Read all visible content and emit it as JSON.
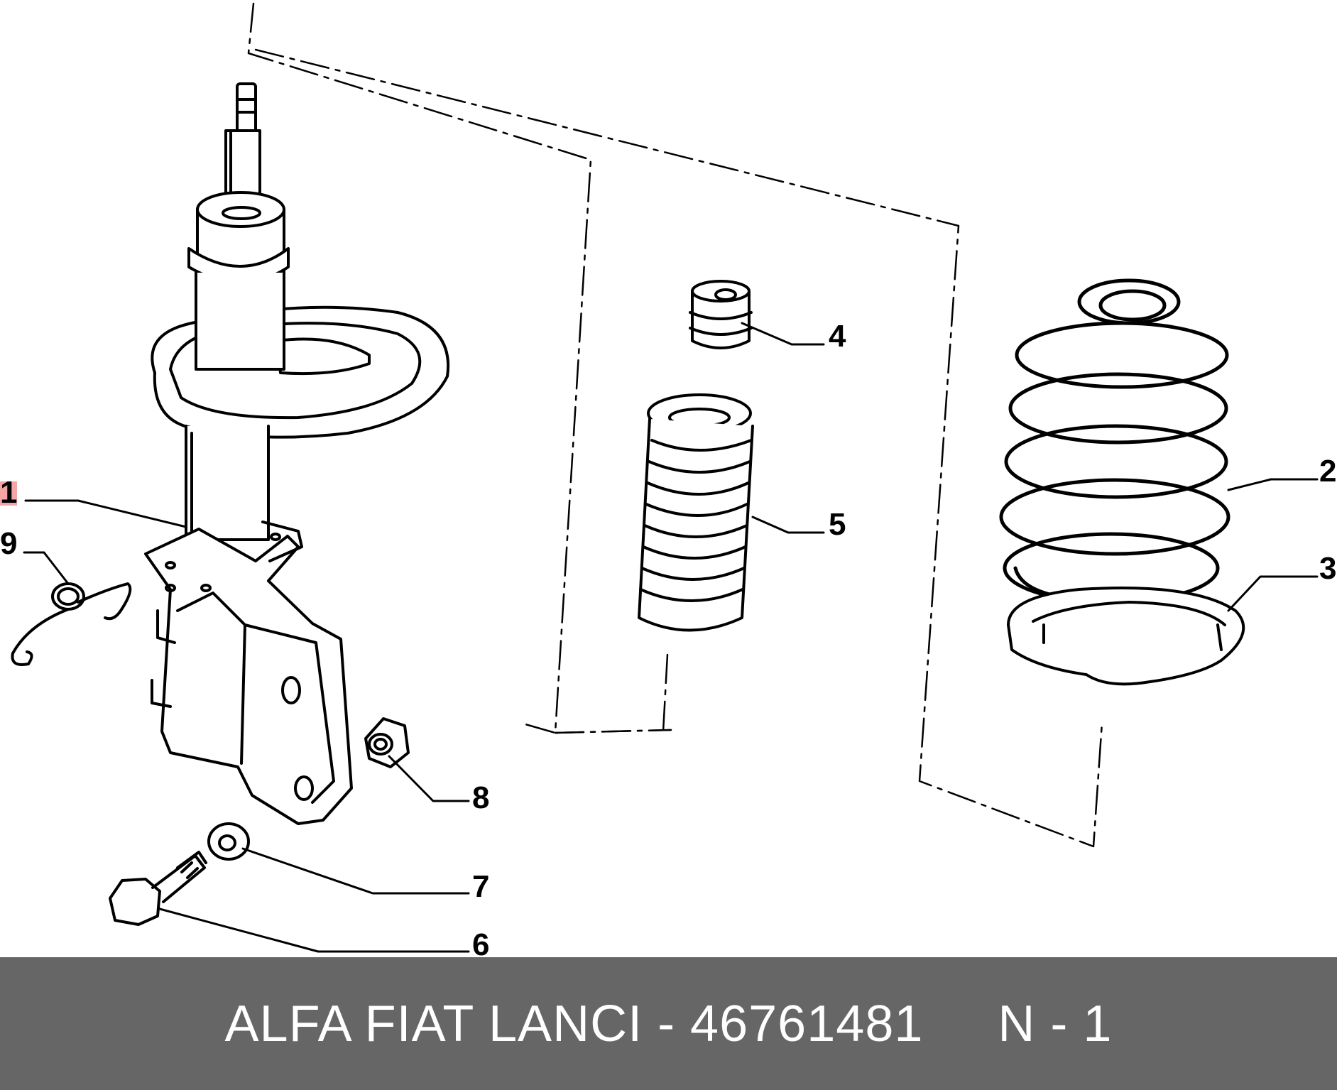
{
  "callouts": {
    "c1": "1",
    "c2": "2",
    "c3": "3",
    "c4": "4",
    "c5": "5",
    "c6": "6",
    "c7": "7",
    "c8": "8",
    "c9": "9"
  },
  "footer": {
    "text": "ALFA FIAT LANCI - 46761481     N - 1"
  },
  "colors": {
    "footer_bg": "#666666",
    "footer_text": "#ffffff",
    "highlight": "#f4a6a6",
    "line": "#000000"
  },
  "parts": [
    {
      "id": "1",
      "name": "strut-assembly"
    },
    {
      "id": "2",
      "name": "coil-spring"
    },
    {
      "id": "3",
      "name": "spring-seat"
    },
    {
      "id": "4",
      "name": "bump-stop"
    },
    {
      "id": "5",
      "name": "dust-boot"
    },
    {
      "id": "6",
      "name": "bolt"
    },
    {
      "id": "7",
      "name": "washer"
    },
    {
      "id": "8",
      "name": "nut"
    },
    {
      "id": "9",
      "name": "spring-clip"
    }
  ]
}
